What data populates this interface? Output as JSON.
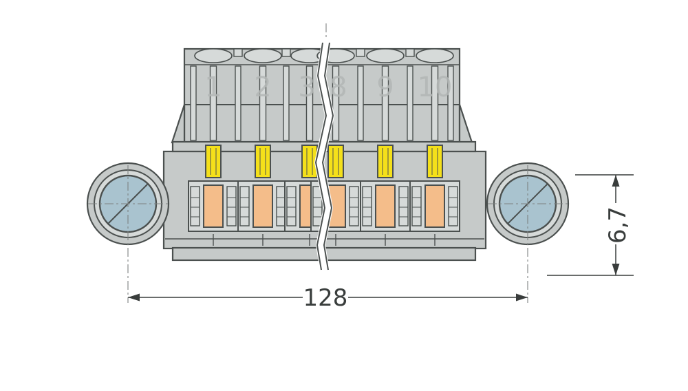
{
  "dimensions": {
    "length": "128",
    "height": "6,7"
  },
  "pole_numbers": [
    "1",
    "2",
    "3",
    "8",
    "9",
    "10"
  ],
  "colors": {
    "background": "#ffffff",
    "body": "#c6cac9",
    "body_light": "#d6dad9",
    "outline": "#4b504f",
    "hole": "#a9c3cf",
    "lever_yellow": "#f4e01a",
    "contact_orange": "#f4bd8a",
    "dimension": "#393d3c",
    "centerline": "#7d8281",
    "faint_text": "#b3b7b6"
  }
}
